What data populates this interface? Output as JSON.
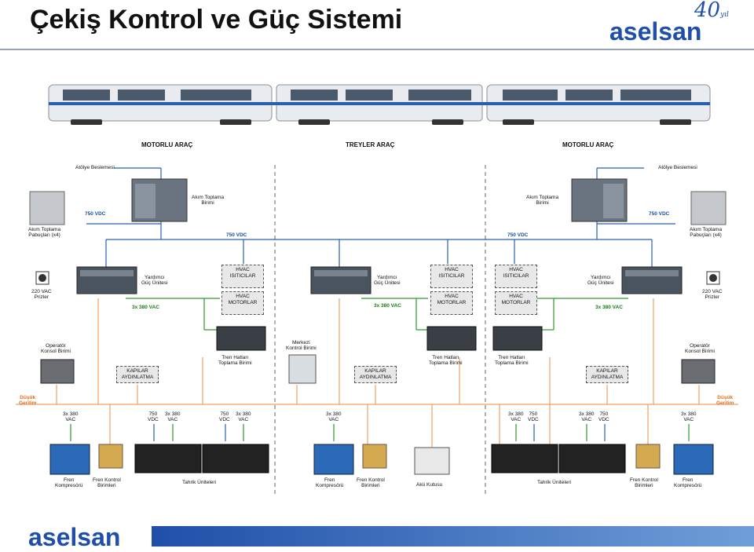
{
  "title": "Çekiş Kontrol ve Güç Sistemi",
  "logo": {
    "brand": "aselsan",
    "anniversary": "40",
    "anniversary_suffix": "yıl"
  },
  "sections": {
    "left": "MOTORLU ARAÇ",
    "center": "TREYLER ARAÇ",
    "right": "MOTORLU ARAÇ"
  },
  "labels": {
    "atolye": "Atölye Beslemesi",
    "akim_toplama_birimi": "Akım Toplama\nBirimi",
    "akim_toplama_pabuclari": "Akım Toplama\nPabuçları (x4)",
    "v750": "750 VDC",
    "v750_short": "750\nVDC",
    "yardimci": "Yardımcı\nGüç Ünitesi",
    "hvac_isiticilar": "HVAC\nISITICILAR",
    "hvac_motorlar": "HVAC\nMOTORLAR",
    "prizler": "220 VAC\nPrizler",
    "v380": "3x 380 VAC",
    "v380_short": "3x 380\nVAC",
    "tren_hatlari": "Tren Hatları\nToplama Birimi",
    "operator": "Operatör\nKonsol Birimi",
    "merkezi": "Merkezi\nKontrol Birimi",
    "kapilar": "KAPILAR\nAYDINLATMA",
    "dusuk": "Düşük\nGerilim",
    "fren_kompresoru": "Fren\nKompresörü",
    "fren_kontrol": "Fren Kontrol\nBirimleri",
    "tahrik": "Tahrik Üniteleri",
    "aku": "Akü Kutusu"
  },
  "colors": {
    "blue_line": "#2a5fb0",
    "green_line": "#2a9a2a",
    "orange_line": "#f0a060",
    "brand": "#1f4fa8"
  }
}
